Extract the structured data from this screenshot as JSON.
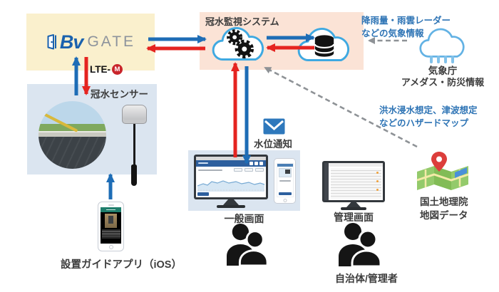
{
  "colors": {
    "arrow_blue": "#1E6DB6",
    "arrow_red": "#E52420",
    "annotation_blue": "#2E74B5",
    "dashed_gray": "#8E9296",
    "box_beige": "#FAF0CD",
    "box_pink": "#FBE3D6",
    "box_lightblue": "#DBE5F0",
    "cloud_outline": "#3FA9E1",
    "map_pin_red": "#DC3E3B",
    "envelope_blue": "#2E78BC",
    "lte_badge_red": "#C9252B",
    "bvgate_blue": "#1A62AE"
  },
  "bvgate": {
    "name_bv": "Bv",
    "name_gate": "GATE"
  },
  "lte": {
    "label": "LTE-",
    "badge": "M"
  },
  "sensor": {
    "label": "冠水センサー"
  },
  "monitoring": {
    "title": "冠水監視システム"
  },
  "weather": {
    "annotation_line1": "降雨量・雨雲レーダー",
    "annotation_line2": "などの気象情報",
    "agency": "気象庁",
    "agency_info": "アメダス・防災情報"
  },
  "hazard": {
    "annotation_line1": "洪水浸水想定、津波想定",
    "annotation_line2": "などのハザードマップ"
  },
  "gsi": {
    "label_line1": "国土地理院",
    "label_line2": "地図データ"
  },
  "notification": {
    "label": "水位通知"
  },
  "screens": {
    "general": "一般画面",
    "admin": "管理画面"
  },
  "users": {
    "admin_label": "自治体/管理者"
  },
  "guide_app": {
    "label": "設置ガイドアプリ（iOS）"
  },
  "icons": {
    "gears_cloud": "cloud-with-gears",
    "database_cloud": "cloud-with-database",
    "rain_cloud": "rain-cloud",
    "map": "folded-map-with-pin",
    "envelope": "mail-envelope",
    "users": "two-person-silhouette",
    "door": "bvgate-door-mark"
  }
}
